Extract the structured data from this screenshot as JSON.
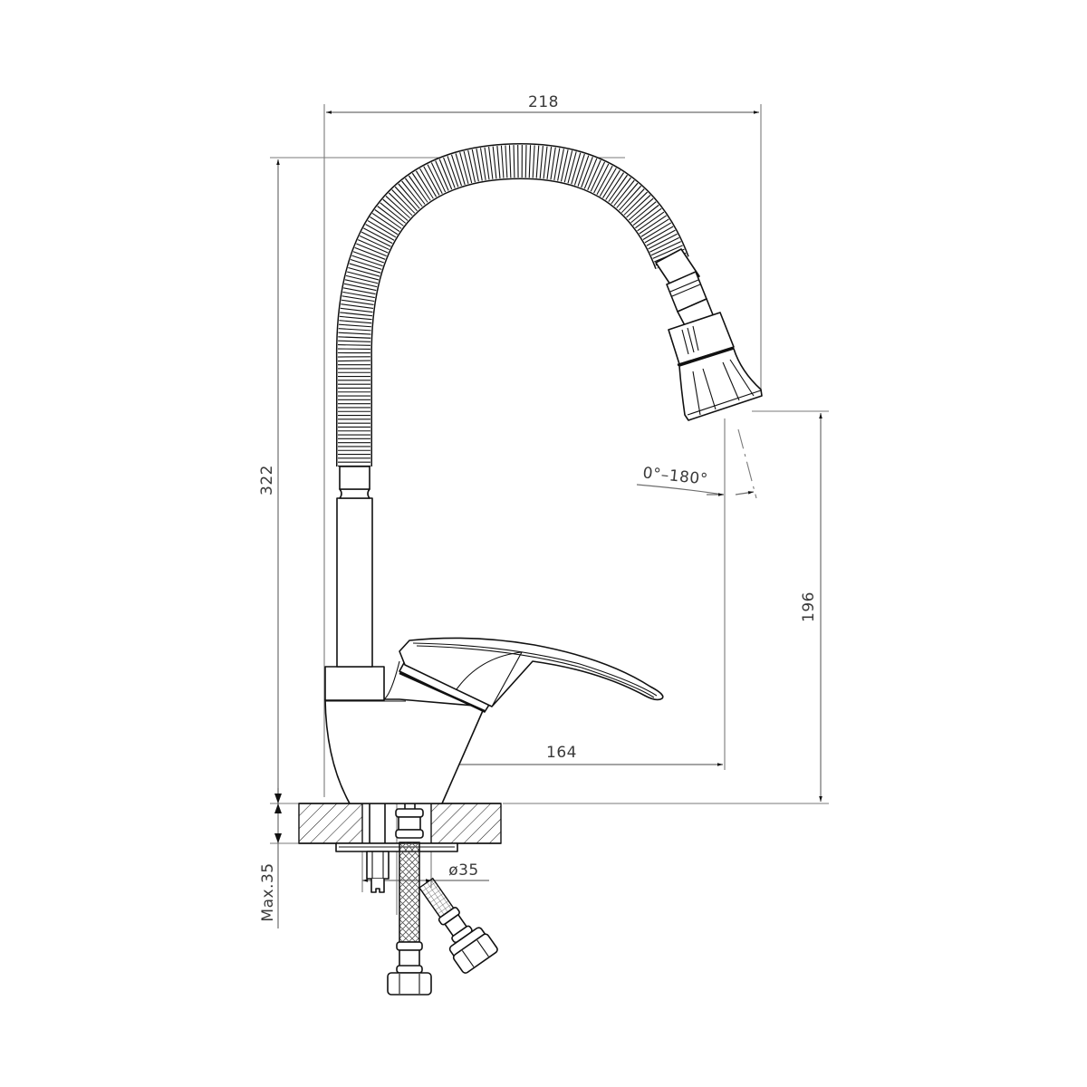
{
  "drawing": {
    "title": "Single-lever kitchen faucet with flexible spout — dimension drawing",
    "units": "mm",
    "colors": {
      "background": "#ffffff",
      "part_outline": "#111111",
      "dimension_line": "#6e6e6e",
      "text": "#3a3a3a"
    }
  },
  "dimensions": {
    "overall_width": {
      "label": "218",
      "value": 218
    },
    "overall_height": {
      "label": "322",
      "value": 322
    },
    "spout_outlet_height": {
      "label": "196",
      "value": 196
    },
    "spout_reach": {
      "label": "164",
      "value": 164
    },
    "swivel_angle": {
      "label": "0°–180°"
    },
    "mounting_hole_diameter": {
      "label": "ø35",
      "value": 35
    },
    "max_countertop_thickness": {
      "label": "Max.35",
      "value": 35
    }
  },
  "components": [
    {
      "id": "flexible-spout",
      "name": "Corrugated flexible spout hose"
    },
    {
      "id": "spray-head",
      "name": "Aerator / spray head"
    },
    {
      "id": "riser-tube",
      "name": "Vertical riser tube"
    },
    {
      "id": "lever-handle",
      "name": "Single lever handle"
    },
    {
      "id": "body",
      "name": "Mixer body"
    },
    {
      "id": "countertop",
      "name": "Countertop section (hatched)"
    },
    {
      "id": "mounting-stud",
      "name": "Threaded mounting stud and nut"
    },
    {
      "id": "supply-hoses",
      "name": "Braided supply hoses with hex nut connectors"
    }
  ]
}
